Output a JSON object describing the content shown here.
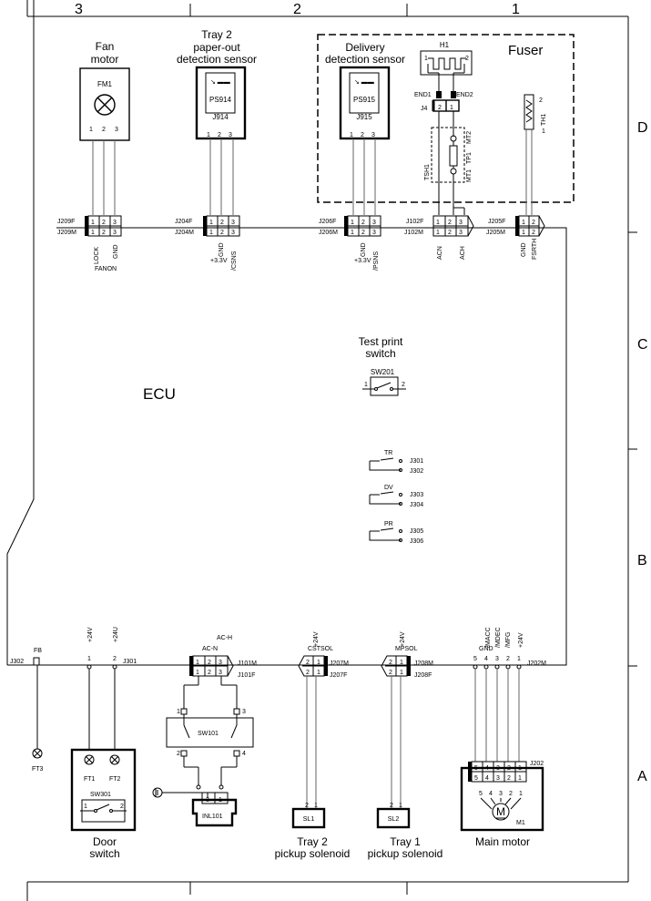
{
  "grid": {
    "columns": [
      "3",
      "2",
      "1"
    ],
    "rows": [
      "D",
      "C",
      "B",
      "A"
    ]
  },
  "board": "ECU",
  "fan": {
    "title": [
      "Fan",
      "motor"
    ],
    "id": "FM1",
    "pins": [
      "1",
      "2",
      "3"
    ]
  },
  "tray2_sensor": {
    "title": [
      "Tray 2",
      "paper-out",
      "detection sensor"
    ],
    "id": "PS914",
    "connector": "J914",
    "pins": [
      "1",
      "2",
      "3"
    ]
  },
  "delivery_sensor": {
    "title": [
      "Delivery",
      "detection sensor"
    ],
    "id": "PS915",
    "connector": "J915",
    "pins": [
      "1",
      "2",
      "3"
    ]
  },
  "fuser": {
    "title": "Fuser",
    "heater": "H1",
    "heater_pins": [
      "1",
      "2"
    ],
    "end1": "END1",
    "end2": "END2",
    "j4": "J4",
    "j4_pins": [
      "2",
      "1"
    ],
    "tsh": "TSH1",
    "mt1": "MT1",
    "mt2": "MT2",
    "tp1": "TP1",
    "thermistor": "TH1",
    "th_pins": [
      "2",
      "1"
    ]
  },
  "top_connectors": [
    {
      "f": "J209F",
      "m": "J209M",
      "pins": [
        "1",
        "2",
        "3"
      ],
      "signals": [
        "LOCK",
        "FANON",
        "GND"
      ]
    },
    {
      "f": "J204F",
      "m": "J204M",
      "pins": [
        "1",
        "2",
        "3"
      ],
      "signals": [
        "+3.3V",
        "GND",
        "/CSNS"
      ]
    },
    {
      "f": "J206F",
      "m": "J206M",
      "pins": [
        "1",
        "2",
        "3"
      ],
      "signals": [
        "+3.3V",
        "GND",
        "/PSNS"
      ]
    },
    {
      "f": "J102F",
      "m": "J102M",
      "pins": [
        "1",
        "2",
        "3"
      ],
      "signals": [
        "ACN",
        "ACH"
      ]
    },
    {
      "f": "J205F",
      "m": "J205M",
      "pins": [
        "1",
        "2"
      ],
      "signals": [
        "GND",
        "FSRTH"
      ]
    }
  ],
  "test_print": {
    "title": [
      "Test print",
      "switch"
    ],
    "id": "SW201",
    "pins": [
      "1",
      "2"
    ]
  },
  "jumpers": [
    {
      "label": "TR",
      "a": "J301",
      "b": "J302"
    },
    {
      "label": "DV",
      "a": "J303",
      "b": "J304"
    },
    {
      "label": "PR",
      "a": "J305",
      "b": "J306"
    }
  ],
  "bottom": {
    "j302": "J302",
    "fb": "FB",
    "ft3": "FT3",
    "p24v": "+24V",
    "p24u": "+24U",
    "pin1": "1",
    "pin2": "2",
    "j301": "J301",
    "ac_n": "AC-N",
    "ac_h": "AC-H",
    "j101m": "J101M",
    "j101f": "J101F",
    "j101_pins": [
      "1",
      "2",
      "3"
    ],
    "sw101": "SW101",
    "sw101_pins": [
      "1",
      "3",
      "2",
      "4"
    ],
    "inl": "INL101",
    "inl_pins": [
      "3",
      "1"
    ],
    "door": {
      "title": [
        "Door",
        "switch"
      ],
      "ft1": "FT1",
      "ft2": "FT2",
      "sw": "SW301",
      "pins": [
        "1",
        "2"
      ]
    },
    "tray2_sol": {
      "sig_top": "+24V",
      "sig": "CSTSOL",
      "m": "J207M",
      "f": "J207F",
      "pins": [
        "2",
        "1"
      ],
      "id": "SL1",
      "title": [
        "Tray 2",
        "pickup solenoid"
      ]
    },
    "tray1_sol": {
      "sig_top": "+24V",
      "sig": "MPSOL",
      "m": "J208M",
      "f": "J208F",
      "pins": [
        "2",
        "1"
      ],
      "id": "SL2",
      "title": [
        "Tray 1",
        "pickup solenoid"
      ]
    },
    "main": {
      "signals": [
        "/MACC",
        "GND",
        "/MDEC",
        "/MFG",
        "+24V"
      ],
      "pins": [
        "5",
        "4",
        "3",
        "2",
        "1"
      ],
      "j202m": "J202M",
      "j202": "J202",
      "id": "M1",
      "glyph": "M",
      "title": "Main motor"
    }
  }
}
